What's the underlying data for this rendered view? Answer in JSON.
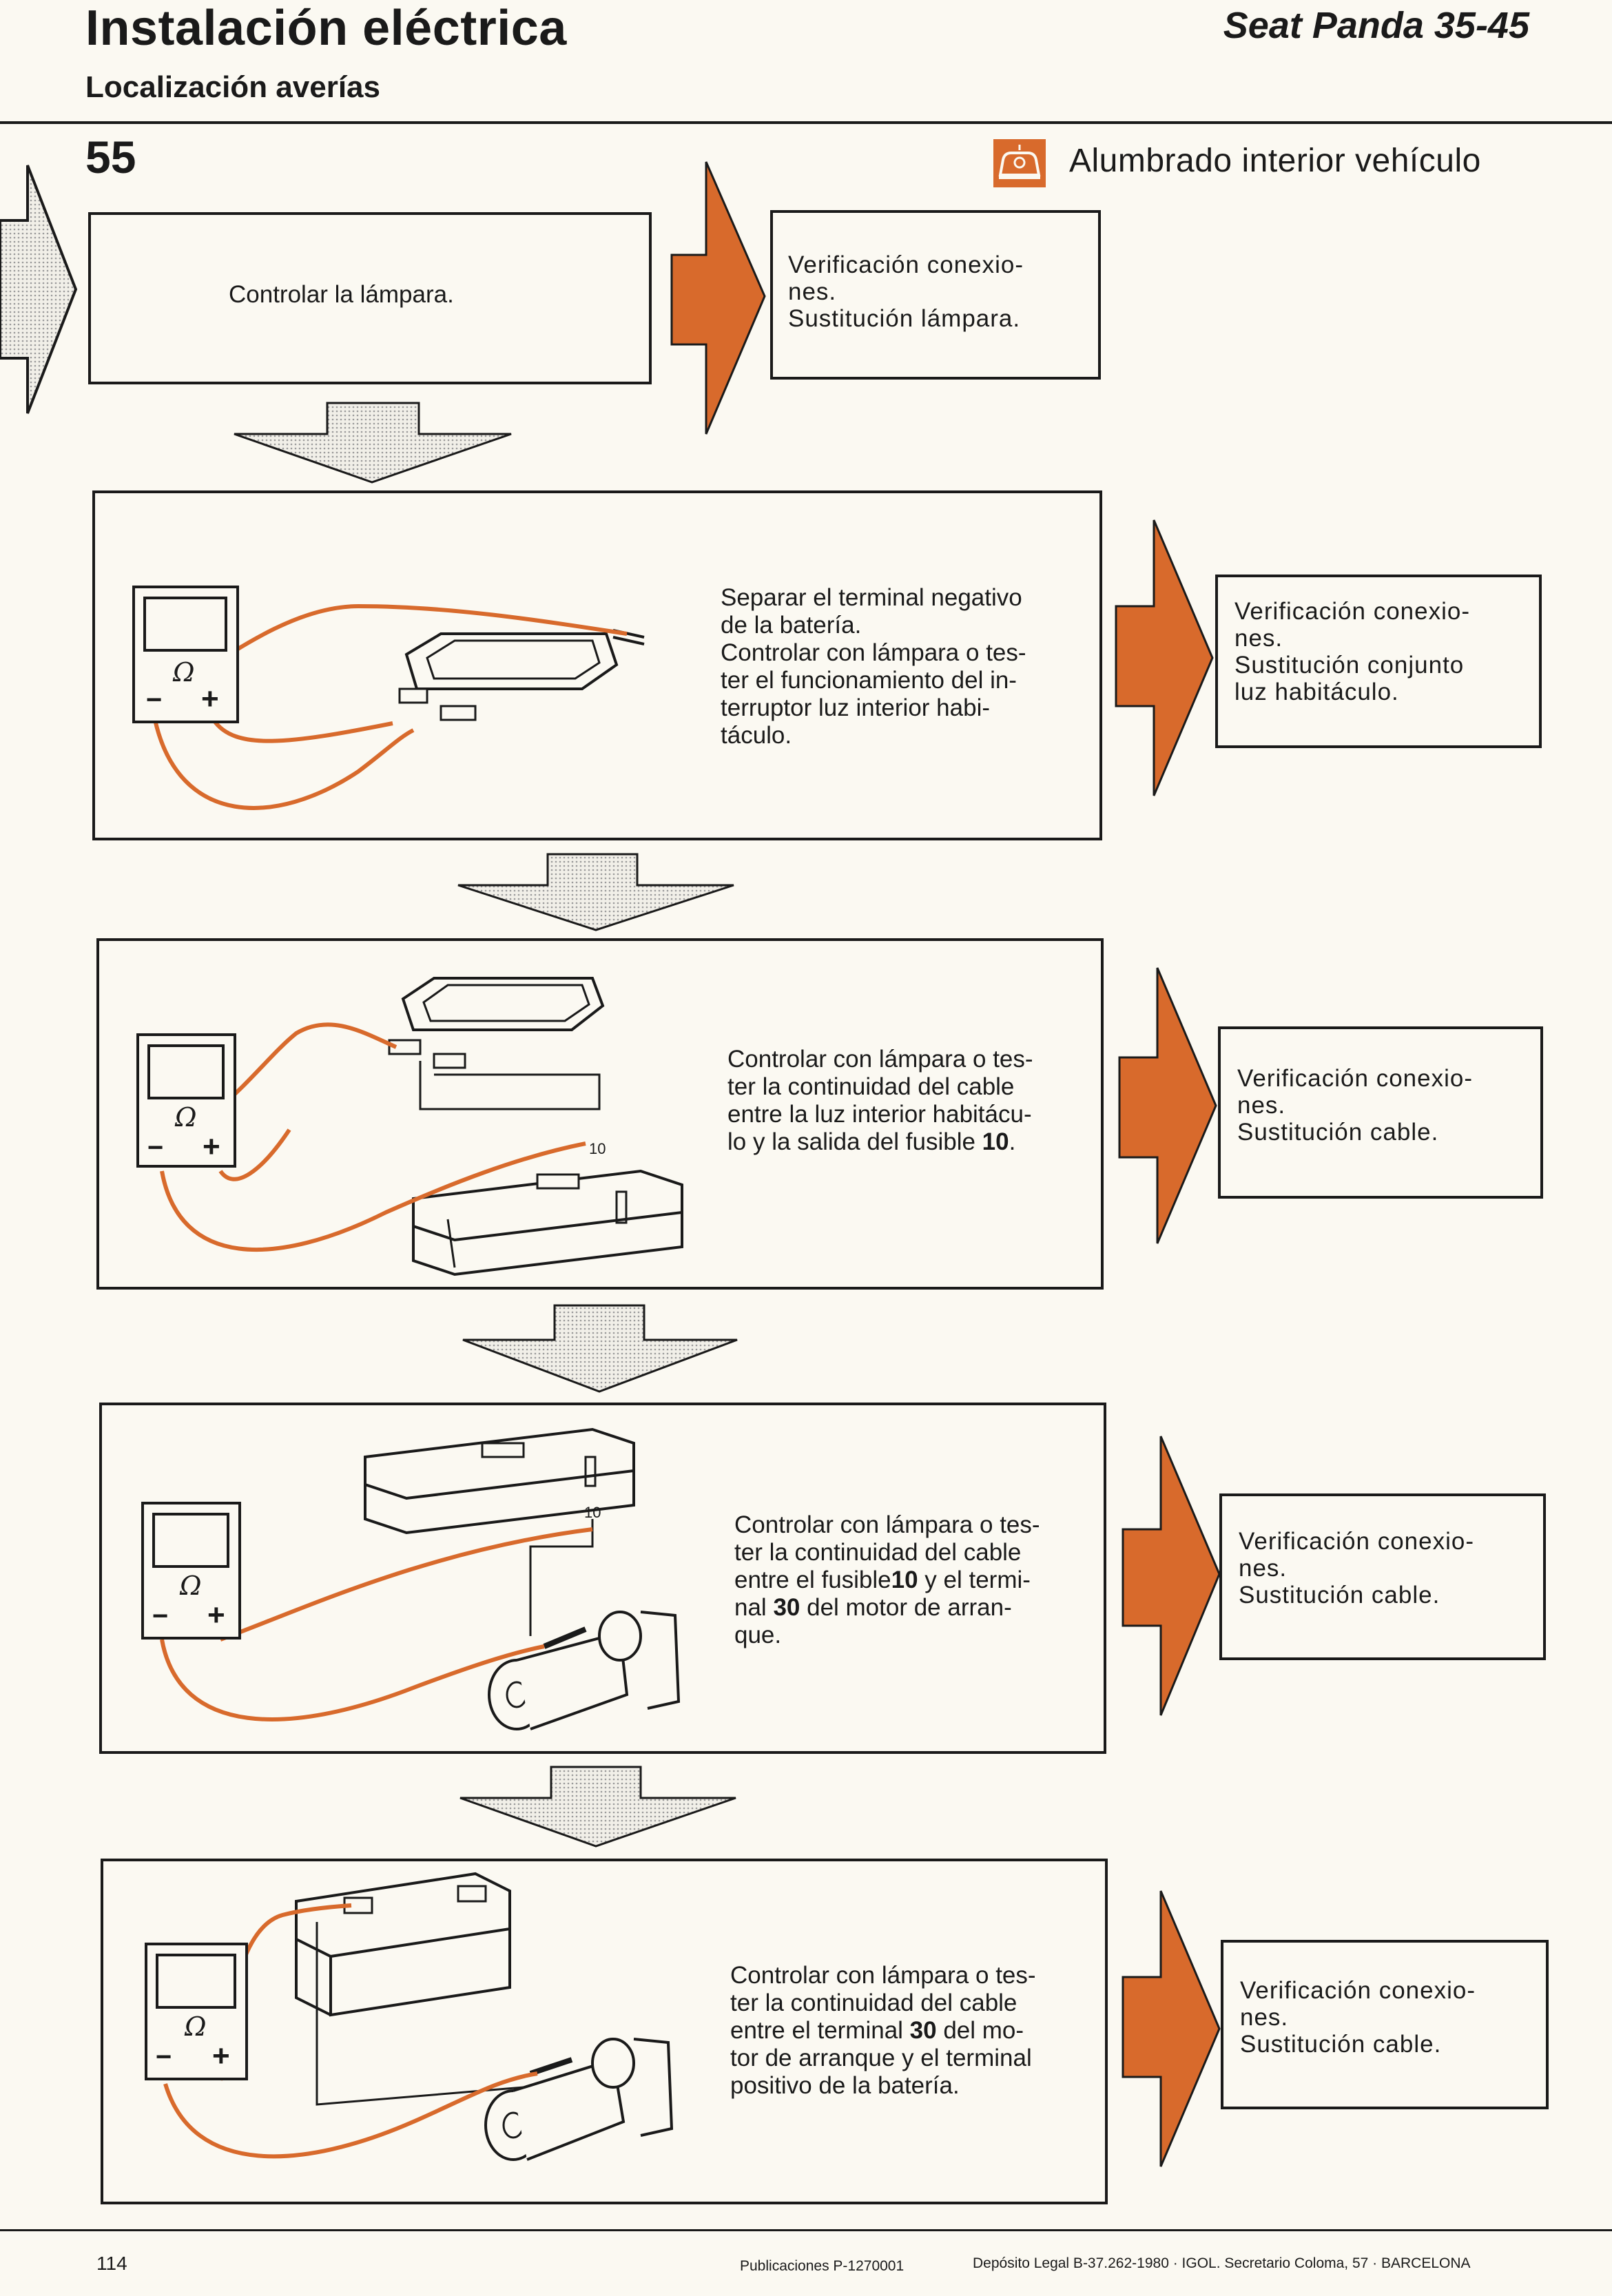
{
  "header": {
    "title": "Instalación eléctrica",
    "subtitle": "Localización averías",
    "model": "Seat Panda 35-45",
    "page_section_number": "55",
    "section_title": "Alumbrado interior vehículo",
    "section_icon": "car-interior-light-icon"
  },
  "colors": {
    "accent": "#d86a2c",
    "ink": "#1a1a1a",
    "paper": "#fbf9f2"
  },
  "steps": [
    {
      "check": "Controlar la lámpara.",
      "result_line1": "Verificación conexio-",
      "result_line2": "nes.",
      "result_line3": "Sustitución lámpara."
    },
    {
      "check": "Separar el terminal negativo de la batería. Controlar con lámpara o tester el funcionamiento del interruptor luz interior habitáculo.",
      "check_lines": [
        "Separar el terminal negativo",
        "de la batería.",
        "Controlar con lámpara o tes-",
        "ter el funcionamiento del in-",
        "terruptor luz interior habi-",
        "táculo."
      ],
      "result_line1": "Verificación conexio-",
      "result_line2": "nes.",
      "result_line3": "Sustitución conjunto",
      "result_line4": "luz habitáculo."
    },
    {
      "check_lines": [
        "Controlar con lámpara o tes-",
        "ter la continuidad del cable",
        "entre la luz interior habitácu-",
        "lo y la salida del fusible "
      ],
      "check_bold": "10",
      "check_end": ".",
      "fuse_label": "10",
      "result_line1": "Verificación conexio-",
      "result_line2": "nes.",
      "result_line3": "Sustitución cable."
    },
    {
      "check_lines": [
        "Controlar con lámpara o tes-",
        "ter la continuidad del cable",
        "entre el fusible"
      ],
      "check_bold1": "10",
      "check_mid": " y el termi-",
      "check_line4a": "nal ",
      "check_bold2": "30",
      "check_line4b": " del motor de arran-",
      "check_line5": "que.",
      "fuse_label": "10",
      "result_line1": "Verificación conexio-",
      "result_line2": "nes.",
      "result_line3": "Sustitución cable."
    },
    {
      "check_lines": [
        "Controlar con lámpara o tes-",
        "ter la continuidad del cable"
      ],
      "check_line3a": "entre el terminal ",
      "check_bold": "30",
      "check_line3b": " del mo-",
      "check_line4": "tor de arranque y el terminal",
      "check_line5": "positivo de la batería.",
      "result_line1": "Verificación conexio-",
      "result_line2": "nes.",
      "result_line3": "Sustitución cable."
    }
  ],
  "tester": {
    "ohm_symbol": "Ω",
    "minus": "−",
    "plus": "+"
  },
  "footer": {
    "page": "114",
    "publication": "Publicaciones P-1270001",
    "legal": "Depósito Legal B-37.262-1980 · IGOL. Secretario Coloma, 57 · BARCELONA"
  }
}
